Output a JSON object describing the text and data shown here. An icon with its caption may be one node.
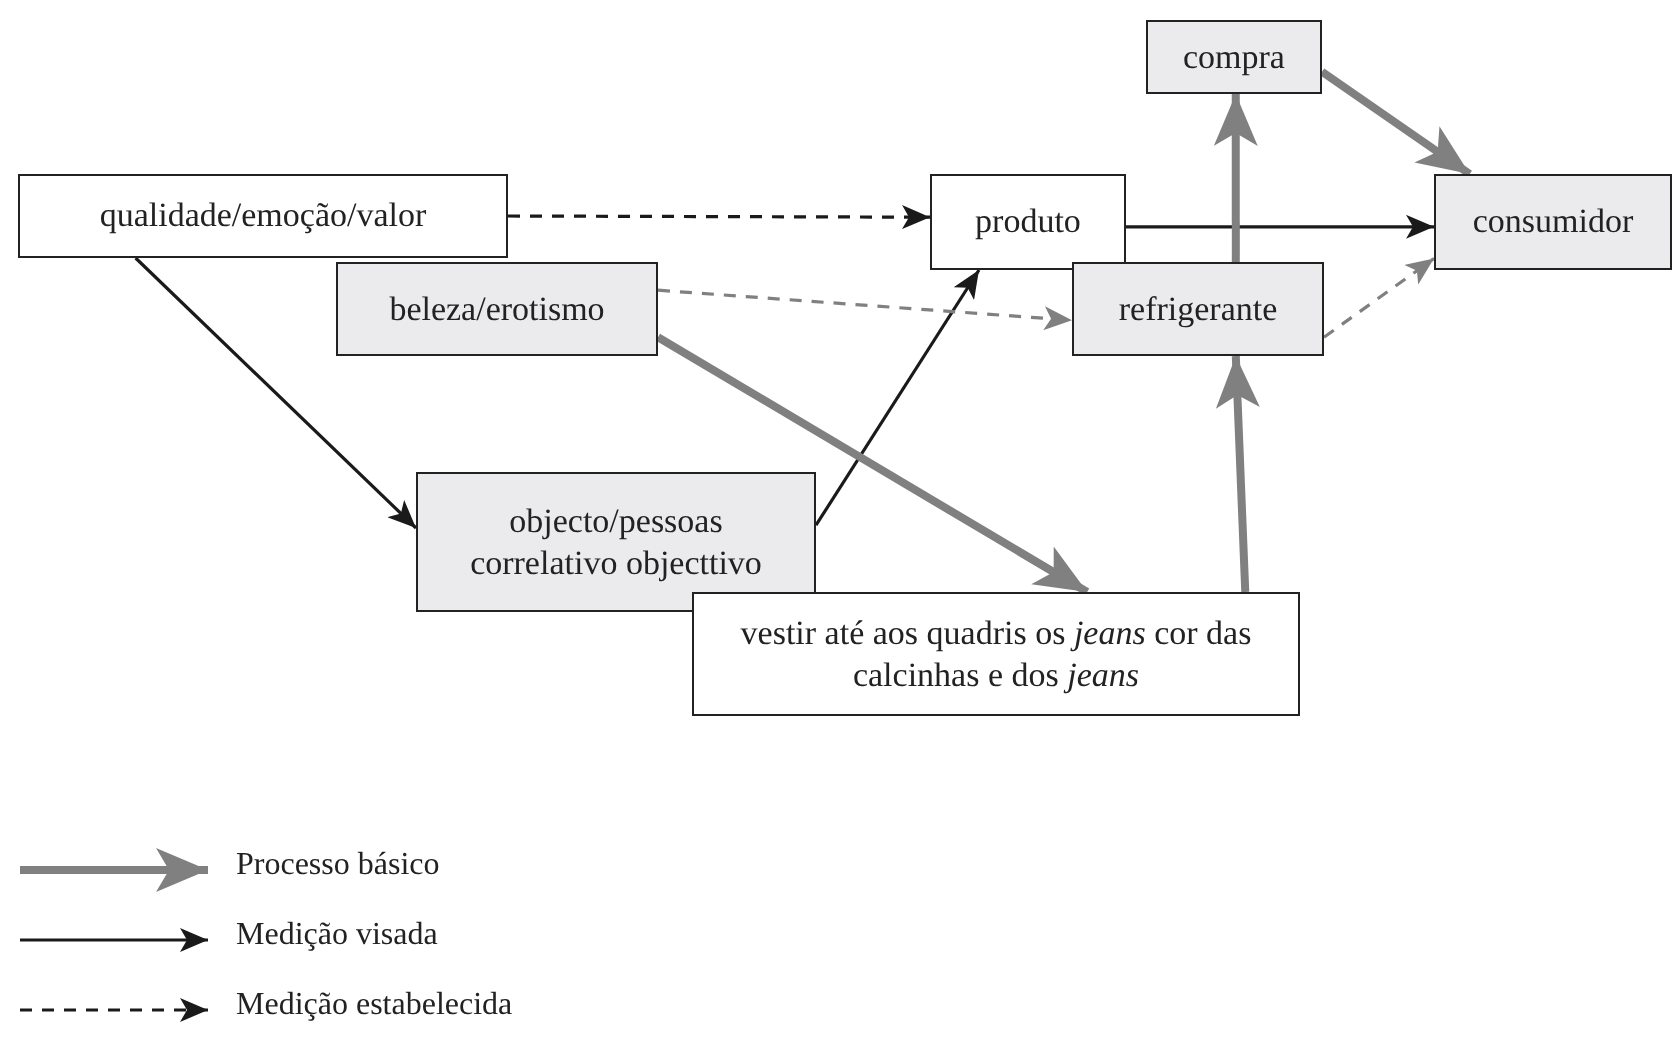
{
  "diagram": {
    "nodes": [
      {
        "text": [
          "qualidade/emoção/valor"
        ]
      },
      {
        "text": [
          "produto"
        ]
      },
      {
        "text": [
          "compra"
        ]
      },
      {
        "text": [
          "consumidor"
        ]
      },
      {
        "text": [
          "beleza/erotismo"
        ]
      },
      {
        "text": [
          "refrigerante"
        ]
      },
      {
        "text": [
          "objecto/pessoas correlativo objecttivo"
        ]
      },
      {
        "text": [
          "vestir até aos quadris os *jeans* cor das calcinhas e dos *jeans*"
        ]
      }
    ],
    "edges": [
      {
        "from": 0,
        "to": 1,
        "arrow": "to",
        "style": "dashed",
        "color": "#1a1a1a"
      },
      {
        "from": 0,
        "to": 6,
        "arrow": "to",
        "color": "#1a1a1a"
      },
      {
        "from": 6,
        "to": 1,
        "arrow": "to",
        "color": "#1a1a1a"
      },
      {
        "from": 1,
        "to": 3,
        "arrow": "to",
        "color": "#1a1a1a"
      },
      {
        "from": 4,
        "to": 5,
        "arrow": "to",
        "style": "dashed",
        "color": "#808080"
      },
      {
        "from": 5,
        "to": 3,
        "arrow": "to",
        "style": "dashed",
        "color": "#808080"
      },
      {
        "from": 4,
        "to": 7,
        "arrow": "to",
        "style": "thick",
        "color": "#808080"
      },
      {
        "from": 7,
        "to": 5,
        "arrow": "to",
        "style": "thick",
        "color": "#808080"
      },
      {
        "from": 5,
        "to": 2,
        "arrow": "to",
        "style": "thick",
        "color": "#808080"
      },
      {
        "from": 2,
        "to": 3,
        "arrow": "to",
        "style": "thick",
        "color": "#808080"
      }
    ],
    "legend": [
      {
        "text": "Processo básico"
      },
      {
        "text": "Medição visada"
      },
      {
        "text": "Medição estabelecida"
      }
    ]
  }
}
